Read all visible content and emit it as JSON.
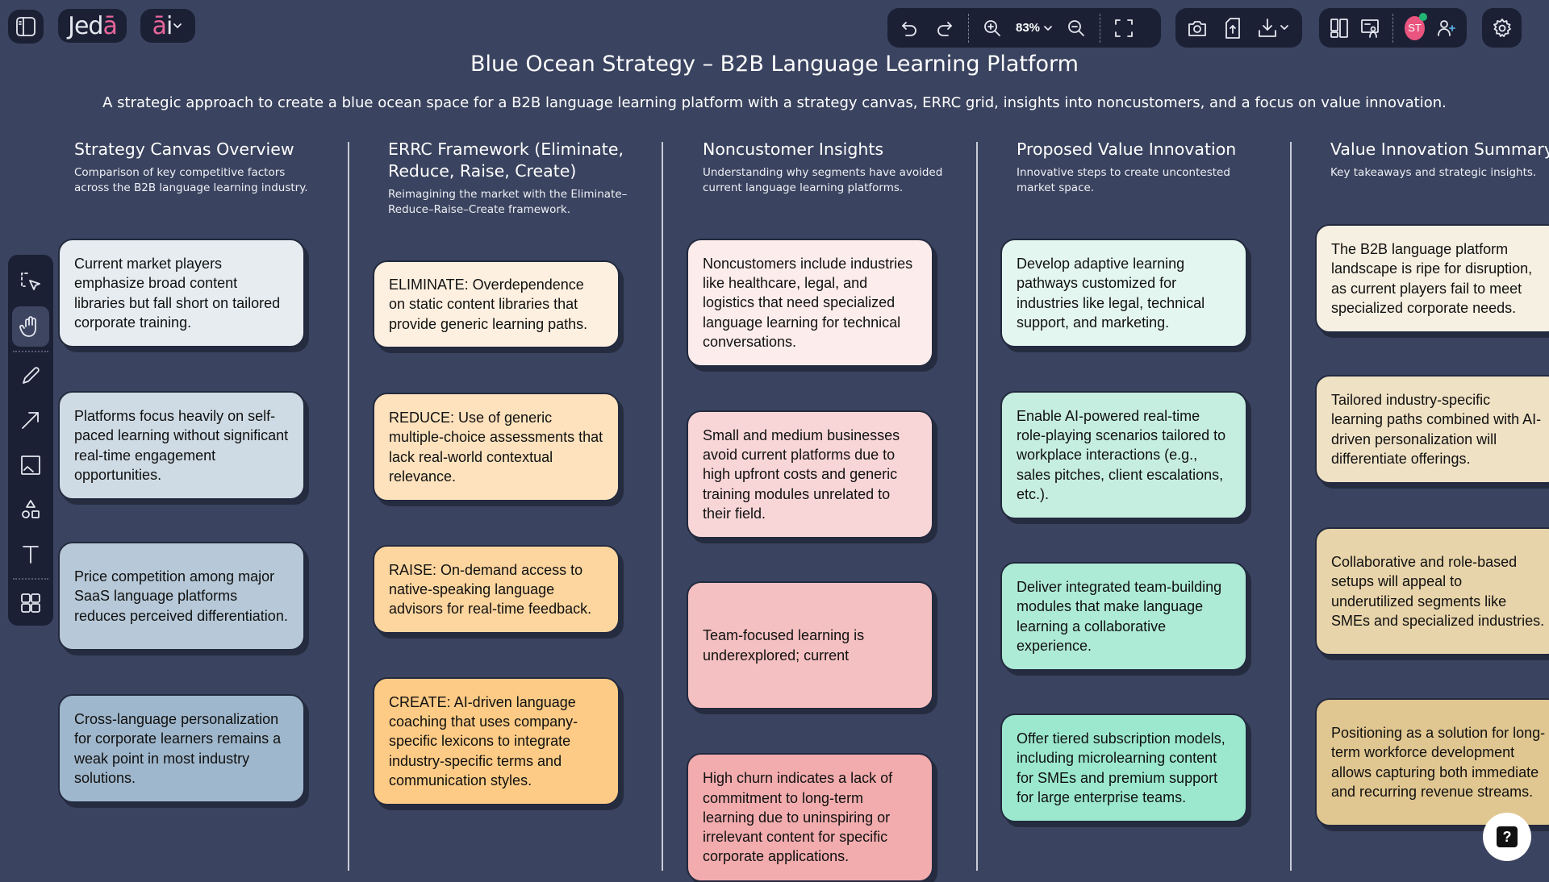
{
  "topbar": {
    "logo_main": "Jed",
    "logo_accent": "ā",
    "ai_accent": "ā",
    "ai_main": "i",
    "zoom_level": "83%",
    "avatar_initials": "ST"
  },
  "title": "Blue Ocean Strategy – B2B Language Learning Platform",
  "subtitle": "A strategic approach to create a blue ocean space for a B2B language learning platform with a strategy canvas, ERRC grid, insights into noncustomers, and a focus on value innovation.",
  "columns": [
    {
      "title": "Strategy Canvas Overview",
      "desc": "Comparison of key competitive factors across the B2B language learning industry.",
      "cards": [
        {
          "text": "Current market players emphasize broad content libraries but fall short on tailored corporate training.",
          "color": "#e6ecf0"
        },
        {
          "text": "Platforms focus heavily on self-paced learning without significant real-time engagement opportunities.",
          "color": "#cfdbe4"
        },
        {
          "text": "Price competition among major SaaS language platforms reduces perceived differentiation.",
          "color": "#b7c9d8"
        },
        {
          "text": "Cross-language personalization for corporate learners remains a weak point in most industry solutions.",
          "color": "#9fb7cc"
        }
      ]
    },
    {
      "title": "ERRC Framework (Eliminate, Reduce, Raise, Create)",
      "desc": "Reimagining the market with the Eliminate–Reduce–Raise–Create framework.",
      "cards": [
        {
          "text": "ELIMINATE: Overdependence on static content libraries that provide generic learning paths.",
          "color": "#fdf0e0"
        },
        {
          "text": "REDUCE: Use of generic multiple-choice assessments that lack real-world contextual relevance.",
          "color": "#fde2bd"
        },
        {
          "text": "RAISE: On-demand access to native-speaking language advisors for real-time feedback.",
          "color": "#fdd69f"
        },
        {
          "text": "CREATE: AI-driven language coaching that uses company-specific lexicons to integrate industry-specific terms and communication styles.",
          "color": "#fdcb85"
        }
      ]
    },
    {
      "title": "Noncustomer Insights",
      "desc": "Understanding why segments have avoided current language learning platforms.",
      "cards": [
        {
          "text": "Noncustomers include industries like healthcare, legal, and logistics that need specialized language learning for technical conversations.",
          "color": "#fcecec"
        },
        {
          "text": "Small and medium businesses avoid current platforms due to high upfront costs and generic training modules unrelated to their field.",
          "color": "#f8d6d7"
        },
        {
          "text": "Team-focused learning is underexplored; current",
          "color": "#f5c0c1"
        },
        {
          "text": "High churn indicates a lack of commitment to long-term learning due to uninspiring or irrelevant content for specific corporate applications.",
          "color": "#f2acae"
        }
      ]
    },
    {
      "title": "Proposed Value Innovation",
      "desc": "Innovative steps to create uncontested market space.",
      "cards": [
        {
          "text": "Develop adaptive learning pathways customized for industries like legal, technical support, and marketing.",
          "color": "#e4f6f0"
        },
        {
          "text": "Enable AI-powered real-time role-playing scenarios tailored to workplace interactions (e.g., sales pitches, client escalations, etc.).",
          "color": "#c6eee0"
        },
        {
          "text": "Deliver integrated team-building modules that make language learning a collaborative experience.",
          "color": "#aeebd6"
        },
        {
          "text": "Offer tiered subscription models, including microlearning content for SMEs and premium support for large enterprise teams.",
          "color": "#9be8cf"
        }
      ]
    },
    {
      "title": "Value Innovation Summary",
      "desc": "Key takeaways and strategic insights.",
      "cards": [
        {
          "text": "The B2B language platform landscape is ripe for disruption, as current players fail to meet specialized corporate needs.",
          "color": "#f6f0e2"
        },
        {
          "text": "Tailored industry-specific learning paths combined with AI-driven personalization will differentiate offerings.",
          "color": "#efe1c4"
        },
        {
          "text": "Collaborative and role-based setups will appeal to underutilized segments like SMEs and specialized industries.",
          "color": "#e8d4aa"
        },
        {
          "text": "Positioning as a solution for long-term workforce development allows capturing both immediate and recurring revenue streams.",
          "color": "#e0c690"
        }
      ]
    }
  ],
  "help_label": "?"
}
